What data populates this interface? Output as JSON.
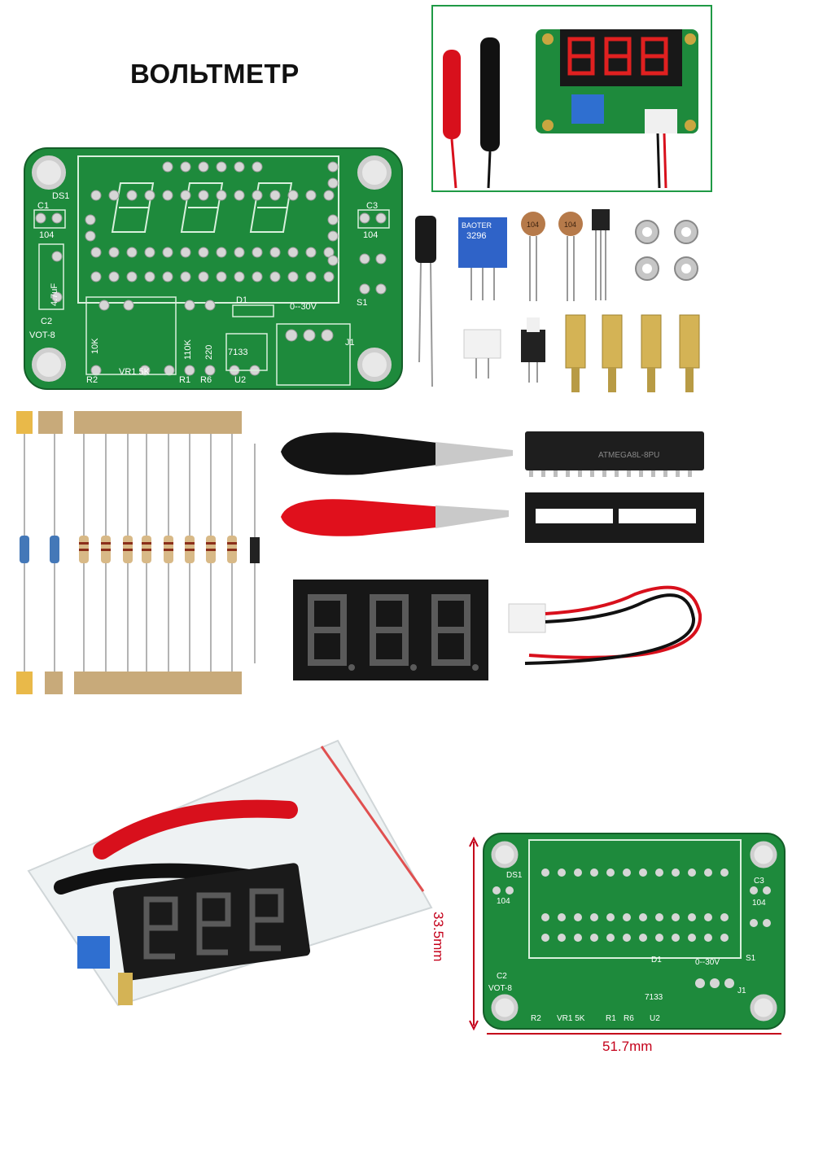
{
  "title": "ВОЛЬТМЕТР",
  "pcb": {
    "labels": {
      "ds1": "DS1",
      "c1": "C1",
      "c1_val": "104",
      "c3": "C3",
      "c3_val": "104",
      "c2": "C2",
      "c2_val": "4.7uF",
      "d1": "D1",
      "range": "0--30V",
      "s1": "S1",
      "j1": "J1",
      "r1_val": "110K",
      "r6_val": "220",
      "r2_val": "10K",
      "vr1": "VR1  5K",
      "r2": "R2",
      "r1": "R1",
      "r6": "R6",
      "u2": "U2",
      "u2_val": "7133",
      "board": "VOT-8"
    }
  },
  "parts": {
    "pot_label": "3296",
    "pot_brand": "BAOTER",
    "cap_a": "104",
    "cap_b": "104",
    "chip_text": "ATMEGA8L-8PU"
  },
  "dimensions": {
    "width": "51.7mm",
    "height": "33.5mm"
  },
  "colors": {
    "pcb_green": "#1e8a3c",
    "silk": "#ffffff",
    "dim_red": "#c4001a",
    "frame_green": "#1f9a45"
  }
}
